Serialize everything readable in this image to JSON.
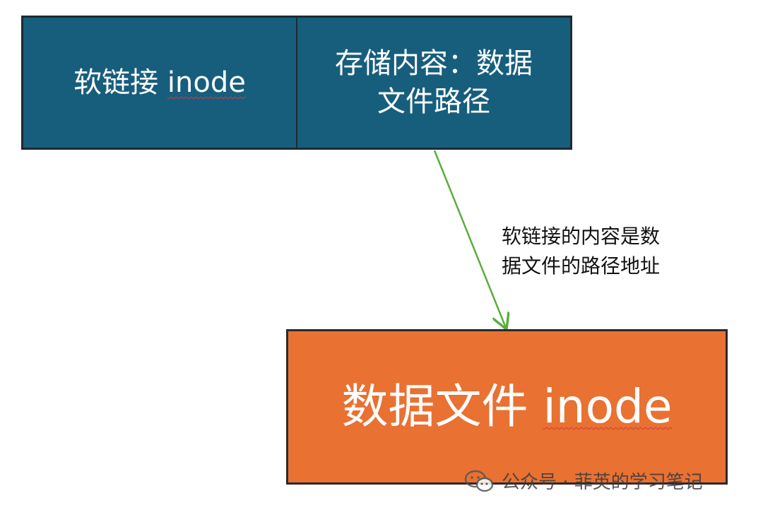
{
  "diagram": {
    "softlink_box": {
      "label_prefix": "软链接 ",
      "label_inode": "inode"
    },
    "storage_box": {
      "line1": "存储内容：数据",
      "line2": "文件路径"
    },
    "arrow_annotation": {
      "line1": "软链接的内容是数",
      "line2": "据文件的路径地址"
    },
    "datafile_box": {
      "label_prefix": "数据文件 ",
      "label_inode": "inode"
    }
  },
  "watermark": {
    "text": "公众号 · 菲英的学习笔记",
    "icon": "wechat-icon"
  },
  "colors": {
    "softlink_fill": "#175e7d",
    "datafile_fill": "#e97132",
    "arrow": "#5aad3c",
    "spellcheck_underline": "#d33a3a"
  }
}
